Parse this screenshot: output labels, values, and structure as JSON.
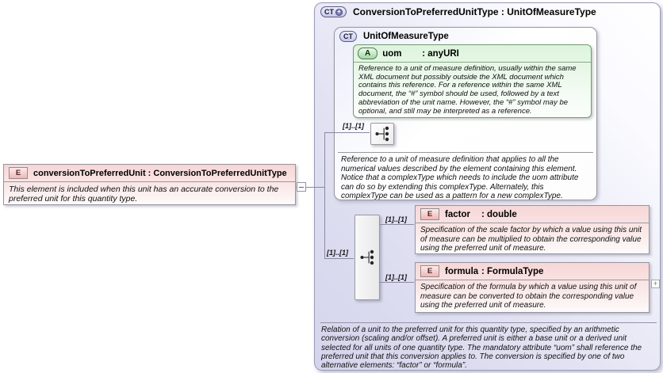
{
  "colors": {
    "panel_fill": "#dedef2",
    "panel_border": "#9a9ab8",
    "element_fill": "#f7d6d6",
    "attribute_fill": "#ddf4dd",
    "line": "#8a8aa2"
  },
  "element_box": {
    "icon_label": "E",
    "title": "conversionToPreferredUnit : ConversionToPreferredUnitType",
    "doc": "This element is included when this unit has an accurate conversion to the preferred unit for this quantity type."
  },
  "type_panel": {
    "icon_label": "CT",
    "icon_plus": "+",
    "title": "ConversionToPreferredUnitType : UnitOfMeasureType",
    "doc": "Relation of a unit to the preferred unit for this quantity type, specified by an arithmetic conversion (scaling and/or offset). A preferred unit is either a base unit or a derived unit selected for all units of one quantity type. The mandatory attribute “uom” shall reference the preferred unit that this conversion applies to. The conversion is specified by one of two alternative elements: “factor” or “formula”."
  },
  "base_type_box": {
    "icon_label": "CT",
    "title": "UnitOfMeasureType",
    "doc": "Reference to a unit of measure definition that applies to all the numerical values described by the element containing this element. Notice that a complexType which needs to include the uom attribute can do so by extending this complexType. Alternately, this complexType can be used as a pattern for a new complexType."
  },
  "attribute_box": {
    "icon_label": "A",
    "name": "uom",
    "type": ": anyURI",
    "doc": "Reference to a unit of measure definition, usually within the same XML document but possibly outside the XML document which contains this reference. For a reference within the same XML document, the “#” symbol should be used, followed by a text abbreviation of the unit name. However, the “#” symbol may be optional, and still may be interpreted as a reference."
  },
  "sequence": {
    "cardinality": "[1]..[1]"
  },
  "choice": {
    "cardinality": "[1]..[1]"
  },
  "factor_box": {
    "icon_label": "E",
    "cardinality": "[1]..[1]",
    "name": "factor",
    "type": ": double",
    "doc": "Specification of the scale factor by which a value using this unit of measure can be multiplied to obtain the corresponding value using the preferred unit of measure."
  },
  "formula_box": {
    "icon_label": "E",
    "cardinality": "[1]..[1]",
    "name": "formula",
    "type": ": FormulaType",
    "expand_glyph": "+",
    "doc": "Specification of the formula by which a value using this unit of measure can be converted to obtain the corresponding value using the preferred unit of measure."
  }
}
